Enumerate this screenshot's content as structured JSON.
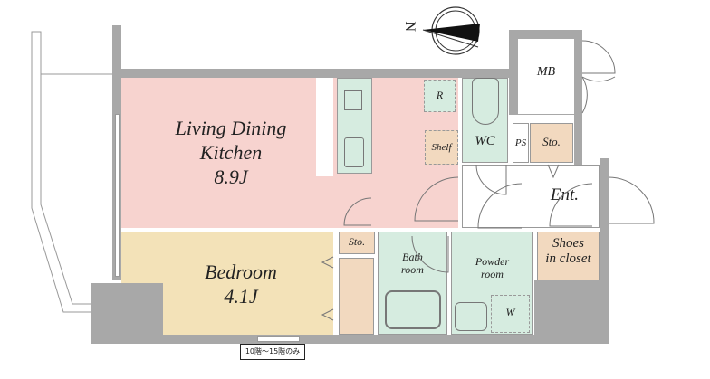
{
  "rooms": {
    "ldk": {
      "name_line1": "Living Dining",
      "name_line2": "Kitchen",
      "size": "8.9J"
    },
    "bedroom": {
      "name": "Bedroom",
      "size": "4.1J"
    },
    "wc": "WC",
    "mb": "MB",
    "ps": "PS",
    "storage_hall": "Sto.",
    "storage_bed": "Sto.",
    "entrance": "Ent.",
    "shoes_line1": "Shoes",
    "shoes_line2": "in closet",
    "bath_line1": "Bath",
    "bath_line2": "room",
    "powder_line1": "Powder",
    "powder_line2": "room",
    "refrigerator": "R",
    "shelf": "Shelf",
    "washer": "W"
  },
  "compass": {
    "label": "N"
  },
  "note": "10階～15階のみ",
  "colors": {
    "ldk": "#f7d3cf",
    "bedroom": "#f3e2b8",
    "wet": "#d6ece0",
    "storage": "#f2d9bf",
    "wall": "#a8a8a8"
  }
}
